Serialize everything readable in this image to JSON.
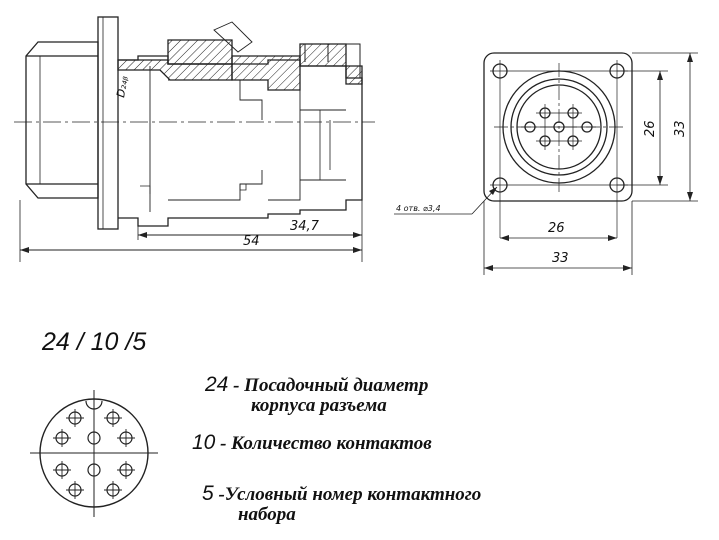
{
  "drawing": {
    "side_view": {
      "dim_length_inner": "34,7",
      "dim_length_total": "54",
      "dim_diameter": "D₂₄ᵦ"
    },
    "front_view": {
      "dim_hole_spacing_h": "26",
      "dim_flange_width": "33",
      "dim_hole_spacing_v": "26",
      "dim_flange_height": "33",
      "holes_note": "4 отв. ⌀3,4"
    }
  },
  "code": {
    "label": "24 / 10 /5"
  },
  "legend": {
    "items": [
      {
        "num": "24",
        "text": "- Посадочный диаметр",
        "text2": "корпуса разъема"
      },
      {
        "num": "10",
        "text": "- Количество контактов"
      },
      {
        "num": "5",
        "text": "-Условный номер контактного",
        "text2": "набора"
      }
    ]
  }
}
